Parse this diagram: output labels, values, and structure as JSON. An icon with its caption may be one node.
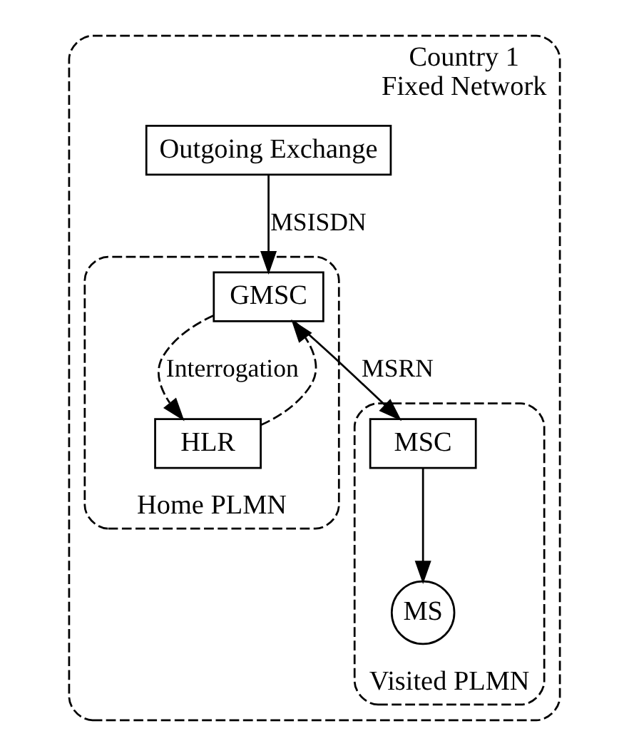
{
  "diagram": {
    "nodes": [
      {
        "text": [
          "Country 1",
          "Fixed Network"
        ]
      },
      {
        "text": [
          "Outgoing Exchange"
        ],
        "in": 0
      },
      {
        "text": [
          "Home PLMN"
        ],
        "in": 0
      },
      {
        "text": [
          "GMSC"
        ],
        "in": 2
      },
      {
        "text": [
          "HLR"
        ],
        "in": 2
      },
      {
        "text": [
          "Visited PLMN"
        ],
        "in": 0
      },
      {
        "text": [
          "MSC"
        ],
        "in": 5
      },
      {
        "text": [
          "MS"
        ],
        "in": 5
      }
    ],
    "edges": [
      {
        "from": 1,
        "to": 3,
        "arrow": "to",
        "label": "MSISDN"
      },
      {
        "from": 3,
        "to": 4,
        "arrow": "to",
        "style": "dashed",
        "label": "Interrogation"
      },
      {
        "from": 4,
        "to": 3,
        "arrow": "to",
        "style": "dashed"
      },
      {
        "from": 3,
        "to": 6,
        "arrow": "to",
        "label": "MSRN"
      },
      {
        "from": 6,
        "to": 7,
        "arrow": "to"
      }
    ]
  }
}
